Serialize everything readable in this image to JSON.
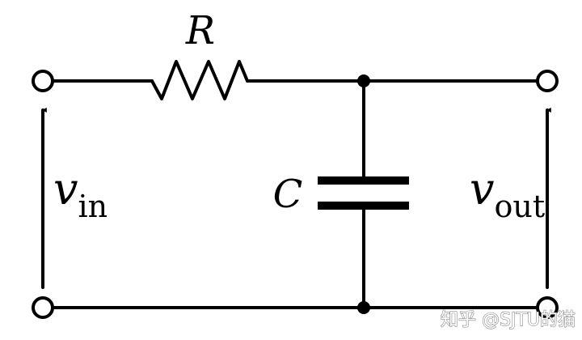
{
  "labels": {
    "resistor": "R",
    "capacitor": "C",
    "vin_main": "v",
    "vin_sub": "in",
    "vout_main": "v",
    "vout_sub": "out"
  },
  "watermark": "知乎 @SJTU的猫",
  "colors": {
    "ink": "#000000",
    "background": "#ffffff"
  }
}
